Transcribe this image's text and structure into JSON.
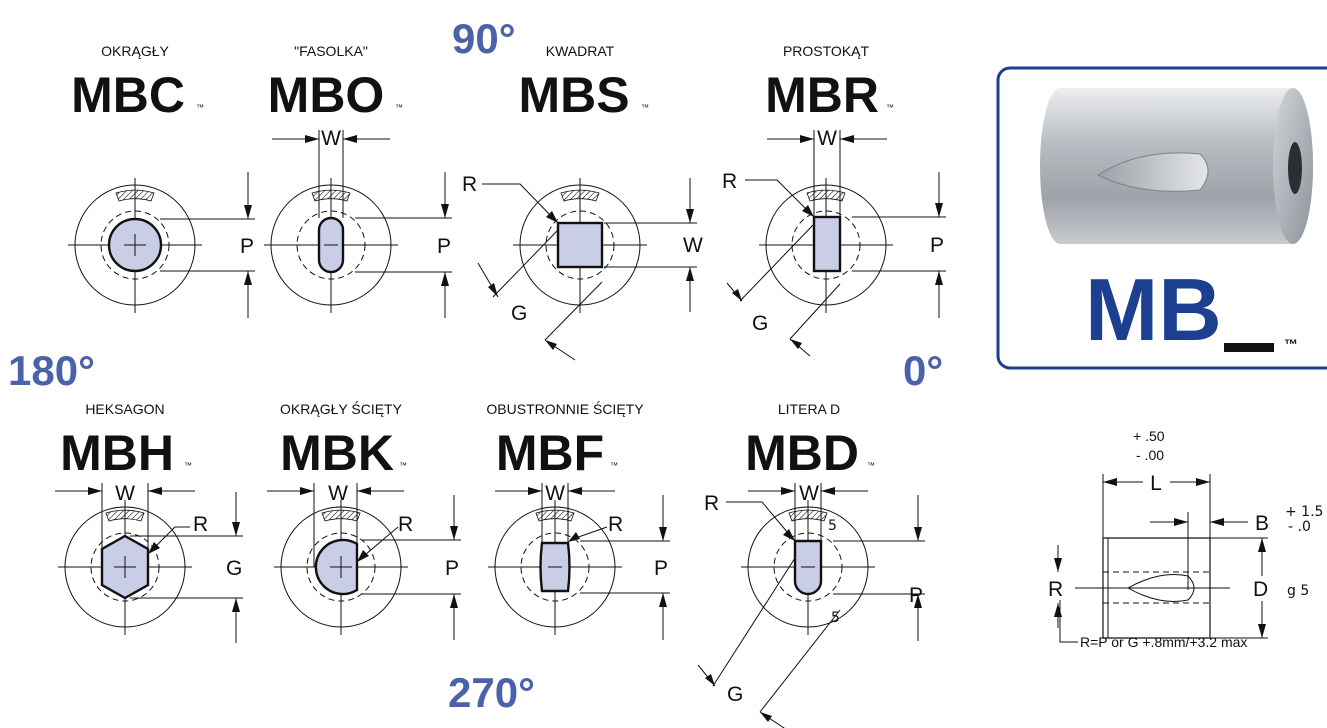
{
  "angles": {
    "top": "90°",
    "left": "180°",
    "right": "0°",
    "bottom": "270°"
  },
  "shapes": [
    {
      "id": "mbc",
      "name": "OKRĄGŁY",
      "code": "MBC",
      "tm": "™",
      "profile": "circle",
      "labels": {
        "top": "",
        "side": "P",
        "r": "",
        "g": ""
      }
    },
    {
      "id": "mbo",
      "name": "\"FASOLKA\"",
      "code": "MBO",
      "tm": "™",
      "profile": "obround",
      "labels": {
        "top": "W",
        "side": "P",
        "r": "",
        "g": ""
      }
    },
    {
      "id": "mbs",
      "name": "KWADRAT",
      "code": "MBS",
      "tm": "™",
      "profile": "square",
      "labels": {
        "top": "",
        "side": "W",
        "r": "R",
        "g": "G"
      }
    },
    {
      "id": "mbr",
      "name": "PROSTOKĄT",
      "code": "MBR",
      "tm": "™",
      "profile": "rectangle",
      "labels": {
        "top": "W",
        "side": "P",
        "r": "R",
        "g": "G"
      }
    },
    {
      "id": "mbh",
      "name": "HEKSAGON",
      "code": "MBH",
      "tm": "™",
      "profile": "hexagon",
      "labels": {
        "top": "W",
        "side": "G",
        "r": "R",
        "g": ""
      }
    },
    {
      "id": "mbk",
      "name": "OKRĄGŁY ŚCIĘTY",
      "code": "MBK",
      "tm": "™",
      "profile": "round-flat",
      "labels": {
        "top": "W",
        "side": "P",
        "r": "R",
        "g": ""
      }
    },
    {
      "id": "mbf",
      "name": "OBUSTRONNIE ŚCIĘTY",
      "code": "MBF",
      "tm": "™",
      "profile": "double-flat",
      "labels": {
        "top": "W",
        "side": "P",
        "r": "R",
        "g": ""
      }
    },
    {
      "id": "mbd",
      "name": "LITERA D",
      "code": "MBD",
      "tm": "™",
      "profile": "d-shape",
      "labels": {
        "top": "W",
        "side": "P",
        "r": "R",
        "g": "G"
      }
    }
  ],
  "mbd_marks": {
    "a": "5",
    "b": "5"
  },
  "product": {
    "code": "MB",
    "blank": "__",
    "tm": "™"
  },
  "drawing": {
    "tol_upper": "+ .50",
    "tol_lower": "- .00",
    "length_label": "L",
    "b_label": "B",
    "b_tol_upper": "+ 1.5",
    "b_tol_lower": "- .0",
    "r_label": "R",
    "d_label": "D",
    "d_fit": "g 5",
    "note": "R=P or G +.8mm/+3.2 max"
  }
}
